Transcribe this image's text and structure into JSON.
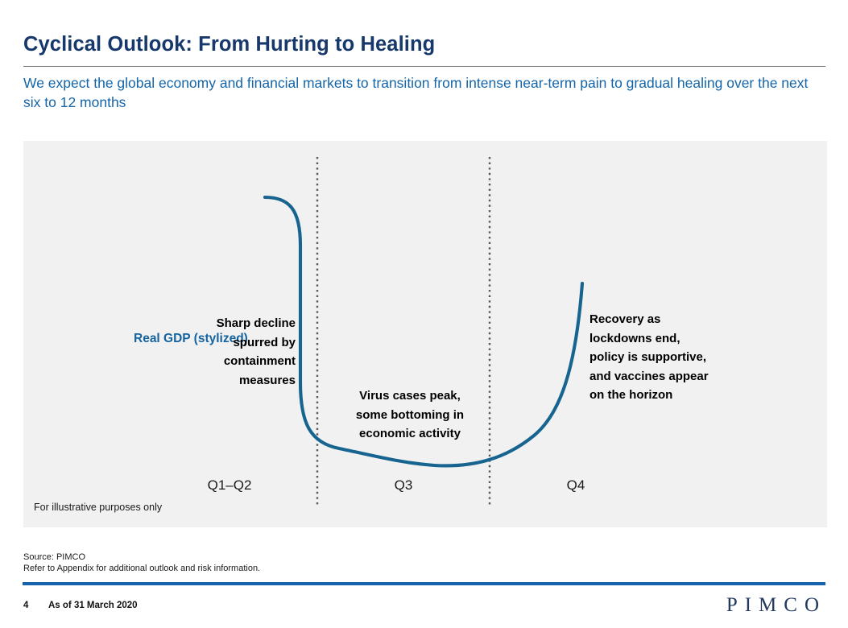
{
  "header": {
    "title": "Cyclical Outlook: From Hurting to Healing",
    "subtitle": "We expect the global economy and financial markets to transition from intense near-term pain to gradual healing over the next six to 12 months",
    "title_color": "#17386b",
    "subtitle_color": "#1565a8"
  },
  "chart_data": {
    "type": "line",
    "title": "",
    "subtitle": "",
    "xlabel": "",
    "ylabel": "",
    "grid": false,
    "legend_position": "inline-left",
    "series_label": "Real GDP (stylized)",
    "series_color": "#16648f",
    "panel_color": "#f1f1f1",
    "categories": [
      "Q1–Q2",
      "Q3",
      "Q4"
    ],
    "x": [
      0.0,
      0.06,
      0.12,
      0.17,
      0.2,
      0.23,
      0.26,
      0.3,
      0.36,
      0.44,
      0.52,
      0.6,
      0.66,
      0.71,
      0.75,
      0.79,
      0.83,
      0.88,
      0.94,
      1.0
    ],
    "series": [
      {
        "name": "Real GDP (stylized)",
        "values": [
          100,
          99.2,
          97.5,
          93,
          84,
          70,
          52,
          36,
          26.5,
          23.5,
          22.5,
          23.5,
          26,
          29,
          33,
          39,
          48,
          62,
          80,
          98
        ]
      }
    ],
    "xlim": [
      0,
      1
    ],
    "ylim": [
      0,
      110
    ],
    "dividers": [
      {
        "label": "Q1–Q2 / Q3 boundary",
        "x": 0.366
      },
      {
        "label": "Q3 / Q4 boundary",
        "x": 0.58
      }
    ],
    "annotations": [
      {
        "name": "sharp-decline",
        "text": "Sharp decline\nspurred by\ncontainment\nmeasures",
        "align": "right"
      },
      {
        "name": "virus-peak",
        "text": "Virus cases peak,\nsome bottoming in\neconomic activity",
        "align": "center"
      },
      {
        "name": "recovery",
        "text": "Recovery as\nlockdowns end,\npolicy is supportive,\nand vaccines appear\non the horizon",
        "align": "left"
      }
    ],
    "note": "For illustrative purposes only"
  },
  "source": {
    "line1": "Source: PIMCO",
    "line2": "Refer to Appendix for additional outlook and risk information."
  },
  "footer": {
    "page_number": "4",
    "as_of": "As of 31 March 2020",
    "brand": "PIMCO",
    "rule_color": "#1763ab"
  }
}
